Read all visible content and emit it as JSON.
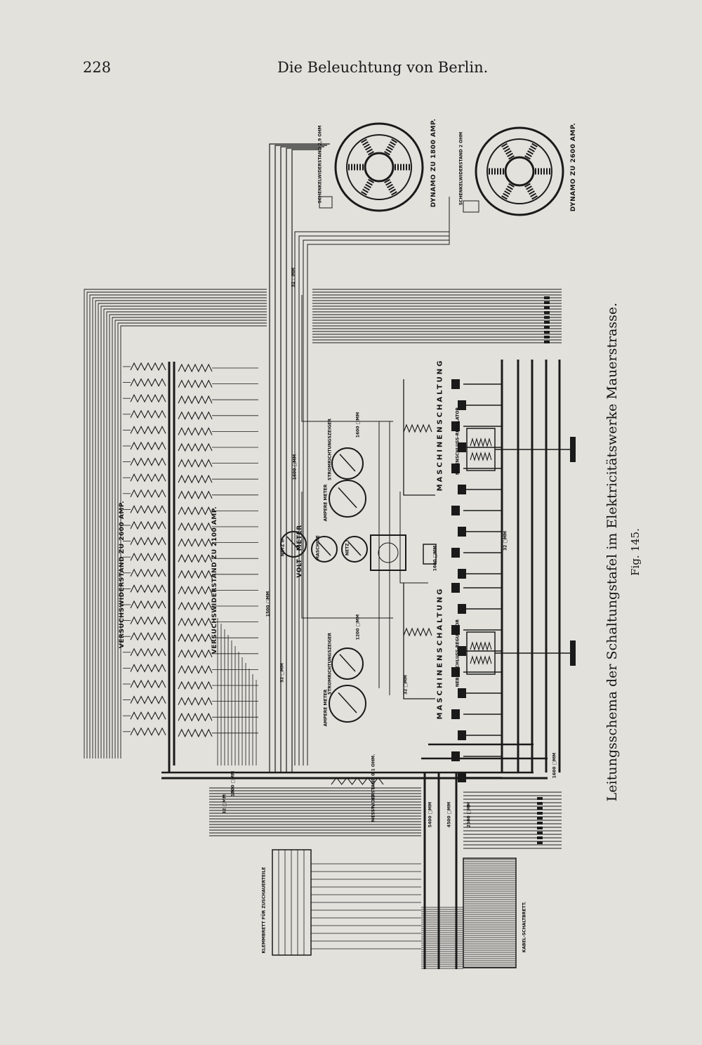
{
  "header": {
    "page_number": "228",
    "title": "Die Beleuchtung von Berlin."
  },
  "caption": {
    "title": "Leitungsschema der Schaltungstafel im Elektricitätswerke Mauerstrasse.",
    "figure": "Fig. 145."
  },
  "diagram": {
    "dynamos": [
      "DYNAMO ZU 1800 AMP.",
      "DYNAMO ZU 2600 AMP."
    ],
    "field_resistors": [
      "SCHENKELWIDERSTAND 2,9 OHM",
      "SCHENKELWIDERSTAND 2 OHM"
    ],
    "test_resistors": [
      "VERSUCHSWIDERSTAND ZU 2600 AMP.",
      "VERSUCHSWIDERSTAND ZU 2100 AMP."
    ],
    "machine_circuits": [
      "MASCHINENSCHALTUNG",
      "MASCHINENSCHALTUNG"
    ],
    "voltmeter_label": "VOLT - METER",
    "voltmeter_dials": [
      "NETZ II",
      "MASCHINE",
      "NETZ I"
    ],
    "ammeter": "AMPERE METER",
    "current_indicator": "STROMRICHTUNGSZEIGER",
    "shunt_regulator": "NEBENSCHLUSS-REGULATOR",
    "measuring_resistor": "MESSWIDERSTAND 0,1 OHM.",
    "terminal_board": "KLEMMBRETT FÜR ZUSCHAUERTEILE",
    "cable_board": "KABEL-SCHALTBRETT.",
    "wire_sizes": {
      "w1": "32 □MM",
      "w2": "1600 □MM",
      "w3": "1600 □MM",
      "w4": "1200 □MM",
      "w5": "1500 □MM",
      "w6": "32 □MM",
      "w7": "32 □MM",
      "w8": "1600 □MM",
      "w9": "1800 □MM",
      "w10": "32 □MM",
      "w11": "5400 □MM",
      "w12": "4500 □MM",
      "w13": "2500 □MM",
      "w14": "1600 □MM",
      "w15": "32 □MM"
    }
  }
}
